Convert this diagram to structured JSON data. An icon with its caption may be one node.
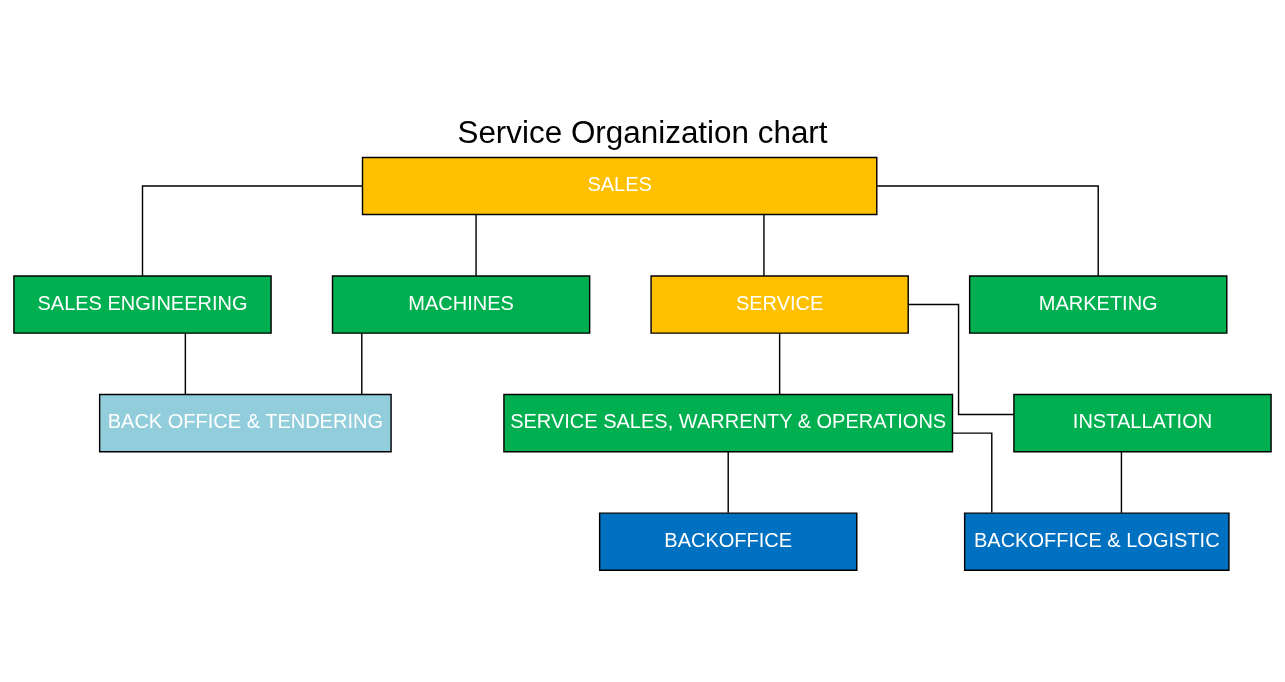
{
  "diagram": {
    "title": "Service Organization chart",
    "nodes": [
      {
        "text": [
          "SALES"
        ]
      },
      {
        "text": [
          "SALES ENGINEERING"
        ]
      },
      {
        "text": [
          "MACHINES"
        ]
      },
      {
        "text": [
          "SERVICE"
        ]
      },
      {
        "text": [
          "MARKETING"
        ]
      },
      {
        "text": [
          "BACK OFFICE & TENDERING"
        ]
      },
      {
        "text": [
          "SERVICE SALES, WARRENTY & OPERATIONS"
        ]
      },
      {
        "text": [
          "INSTALLATION"
        ]
      },
      {
        "text": [
          "BACKOFFICE"
        ]
      },
      {
        "text": [
          "BACKOFFICE & LOGISTIC"
        ]
      }
    ],
    "edges": [
      {
        "from": 0,
        "to": 1,
        "arrow": "none"
      },
      {
        "from": 0,
        "to": 2,
        "arrow": "none"
      },
      {
        "from": 0,
        "to": 3,
        "arrow": "none"
      },
      {
        "from": 0,
        "to": 4,
        "arrow": "none"
      },
      {
        "from": 1,
        "to": 5,
        "arrow": "none"
      },
      {
        "from": 2,
        "to": 5,
        "arrow": "none"
      },
      {
        "from": 3,
        "to": 6,
        "arrow": "none"
      },
      {
        "from": 3,
        "to": 7,
        "arrow": "none"
      },
      {
        "from": 6,
        "to": 8,
        "arrow": "none"
      },
      {
        "from": 6,
        "to": 9,
        "arrow": "none"
      },
      {
        "from": 7,
        "to": 9,
        "arrow": "none"
      }
    ]
  }
}
